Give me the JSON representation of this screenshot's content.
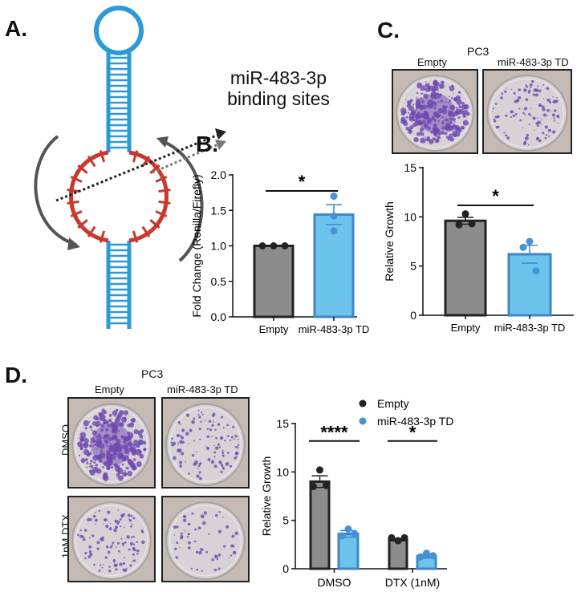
{
  "panels": {
    "a": {
      "label": "A.",
      "annotation_line1": "miR-483-3p",
      "annotation_line2": "binding sites"
    },
    "b": {
      "label": "B."
    },
    "c": {
      "label": "C.",
      "title": "PC3",
      "col_labels": [
        "Empty",
        "miR-483-3p TD"
      ]
    },
    "d": {
      "label": "D.",
      "title": "PC3",
      "col_labels": [
        "Empty",
        "miR-483-3p TD"
      ],
      "row_labels": [
        "DMSO",
        "1nM DTX"
      ]
    }
  },
  "colors": {
    "empty": "#8c8c8c",
    "td": "#6cc4ec",
    "td_edge": "#3f86c9",
    "stem": "#2c9ad8",
    "sites": "#c9382f"
  },
  "chart_data": [
    {
      "id": "b",
      "type": "bar",
      "ylabel": "Fold Change (Renilla/Firefly)",
      "ylim": [
        0,
        2.0
      ],
      "yticks": [
        0.0,
        0.5,
        1.0,
        1.5,
        2.0
      ],
      "ytick_labels": [
        "0.0",
        "0.5",
        "1.0",
        "1.5",
        "2.0"
      ],
      "categories": [
        "Empty",
        "miR-483-3p TD"
      ],
      "values": [
        1.0,
        1.44
      ],
      "sem": [
        0,
        0.14
      ],
      "points": [
        [
          1.0,
          1.0,
          1.0
        ],
        [
          1.7,
          1.42,
          1.21
        ]
      ],
      "significance": [
        {
          "between": [
            0,
            1
          ],
          "label": "*"
        }
      ]
    },
    {
      "id": "c",
      "type": "bar",
      "ylabel": "Relative Growth",
      "ylim": [
        0,
        15
      ],
      "yticks": [
        0,
        5,
        10,
        15
      ],
      "ytick_labels": [
        "0",
        "5",
        "10",
        "15"
      ],
      "categories": [
        "Empty",
        "miR-483-3p TD"
      ],
      "values": [
        9.6,
        6.2
      ],
      "sem": [
        0.35,
        0.9
      ],
      "points": [
        [
          10.3,
          9.2,
          9.3
        ],
        [
          7.5,
          6.9,
          4.5
        ]
      ],
      "significance": [
        {
          "between": [
            0,
            1
          ],
          "label": "*"
        }
      ]
    },
    {
      "id": "d",
      "type": "bar",
      "ylabel": "Relative Growth",
      "ylim": [
        0,
        15
      ],
      "yticks": [
        0,
        5,
        10,
        15
      ],
      "ytick_labels": [
        "0",
        "5",
        "10",
        "15"
      ],
      "categories": [
        "DMSO",
        "DTX (1nM)"
      ],
      "legend": [
        "Empty",
        "miR-483-3p TD"
      ],
      "legend_position": "top-right",
      "series": [
        {
          "name": "Empty",
          "values": [
            9.0,
            3.0
          ],
          "sem": [
            0.6,
            0.12
          ],
          "points": [
            [
              10.2,
              8.5,
              8.6
            ],
            [
              2.9,
              3.2,
              3.2
            ]
          ]
        },
        {
          "name": "miR-483-3p TD",
          "values": [
            3.6,
            1.3
          ],
          "sem": [
            0.35,
            0.2
          ],
          "points": [
            [
              4.1,
              3.4,
              3.6
            ],
            [
              1.6,
              1.2,
              1.35
            ]
          ]
        }
      ],
      "significance": [
        {
          "group": 0,
          "label": "****"
        },
        {
          "group": 1,
          "label": "*"
        }
      ]
    }
  ]
}
